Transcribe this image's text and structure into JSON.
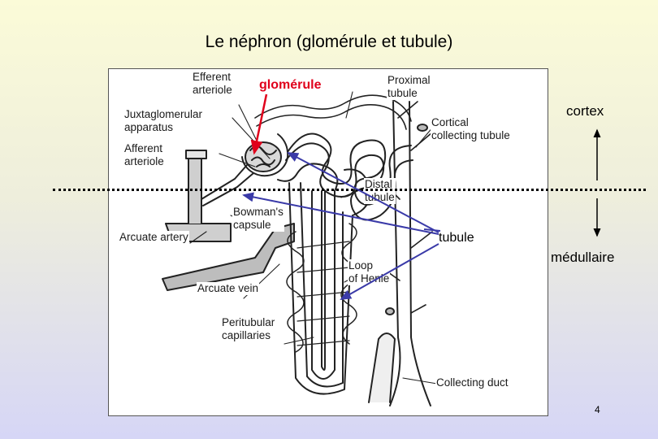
{
  "slide": {
    "title": "Le néphron (glomérule et tubule)",
    "page_number": "4"
  },
  "figure_labels": {
    "efferent_arteriole": "Efferent\narteriole",
    "proximal_tubule": "Proximal\ntubule",
    "juxtaglomerular": "Juxtaglomerular\napparatus",
    "cortical_collecting": "Cortical\ncollecting tubule",
    "afferent_arteriole": "Afferent\narteriole",
    "distal_tubule": "Distal\ntubule",
    "bowmans_capsule": "Bowman's\ncapsule",
    "arcuate_artery": "Arcuate artery",
    "loop_of_henle": "Loop\nof Henle",
    "arcuate_vein": "Arcuate vein",
    "peritubular": "Peritubular\ncapillaries",
    "collecting_duct": "Collecting duct"
  },
  "annotations": {
    "glomerule": "glomérule",
    "tubule": "tubule",
    "cortex": "cortex",
    "medullaire": "médullaire"
  },
  "colors": {
    "glomerule_label": "#e0001b",
    "tubule_arrow": "#3a3aa8",
    "glomerule_arrow": "#e0001b"
  }
}
